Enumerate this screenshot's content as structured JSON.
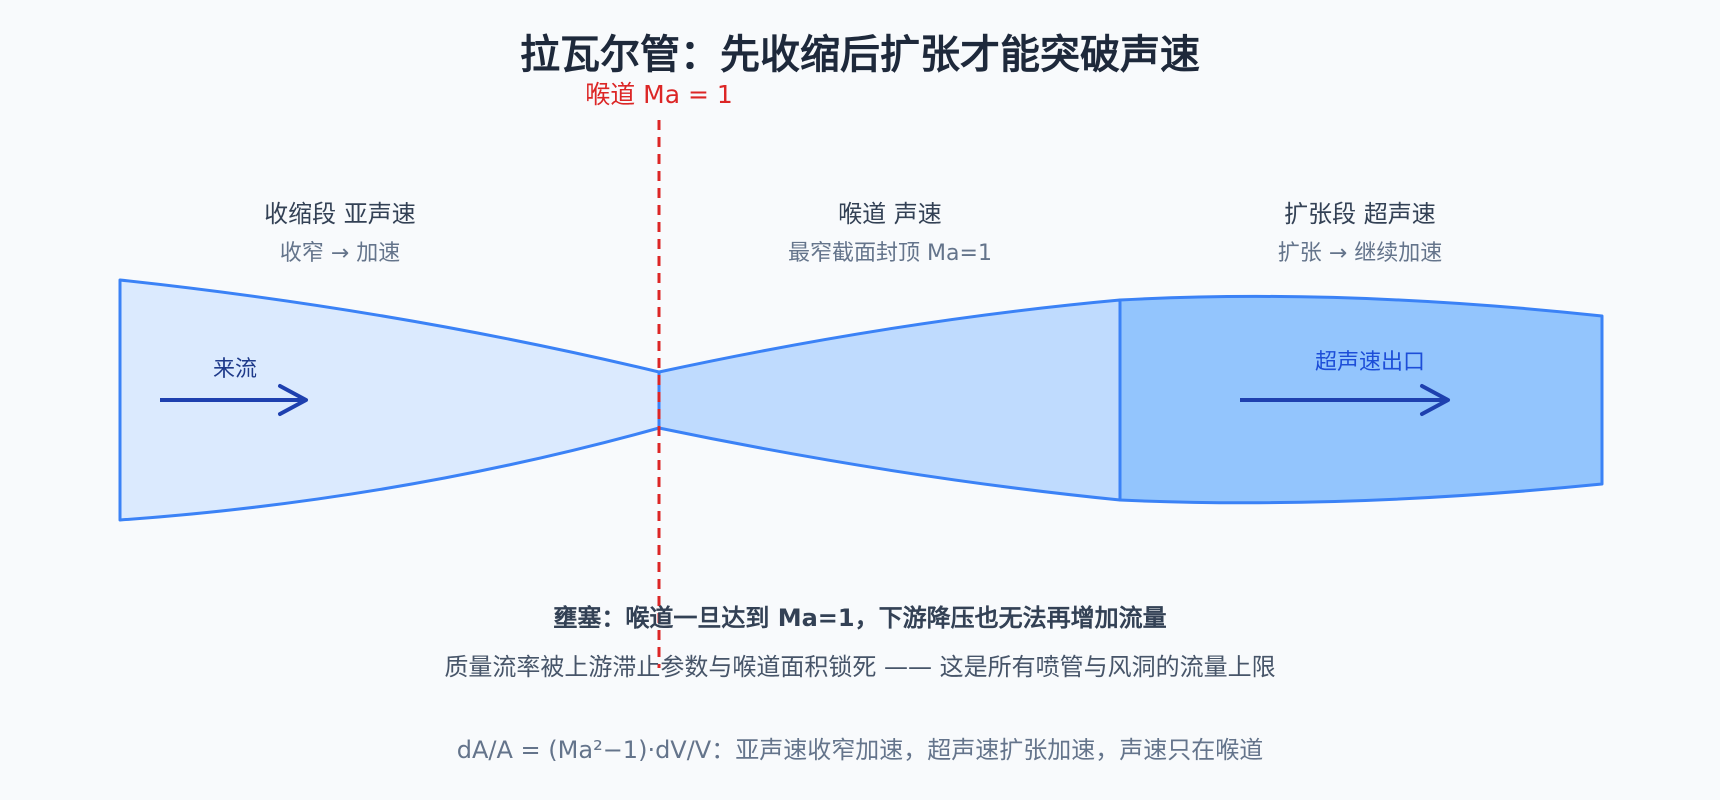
{
  "title": "拉瓦尔管：先收缩后扩张才能突破声速",
  "throat_marker": "喉道 Ma = 1",
  "sections": {
    "converging": {
      "title": "收缩段 亚声速",
      "subtitle": "收窄 → 加速"
    },
    "throat": {
      "title": "喉道 声速",
      "subtitle": "最窄截面封顶 Ma=1"
    },
    "diverging": {
      "title": "扩张段 超声速",
      "subtitle": "扩张 → 继续加速"
    }
  },
  "flow_labels": {
    "inlet": "来流",
    "outlet": "超声速出口"
  },
  "choke": {
    "title": "壅塞：喉道一旦达到 Ma=1，下游降压也无法再增加流量",
    "description": "质量流率被上游滞止参数与喉道面积锁死 —— 这是所有喷管与风洞的流量上限"
  },
  "formula": "dA/A = (Ma²−1)·dV/V：亚声速收窄加速，超声速扩张加速，声速只在喉道",
  "colors": {
    "converging_fill": "#dbeafe",
    "diverging_fill": "#bfdbfe",
    "exit_fill": "#93c5fd",
    "outline": "#3b82f6",
    "arrow": "#1e40af",
    "throat_line": "#dc2626"
  }
}
